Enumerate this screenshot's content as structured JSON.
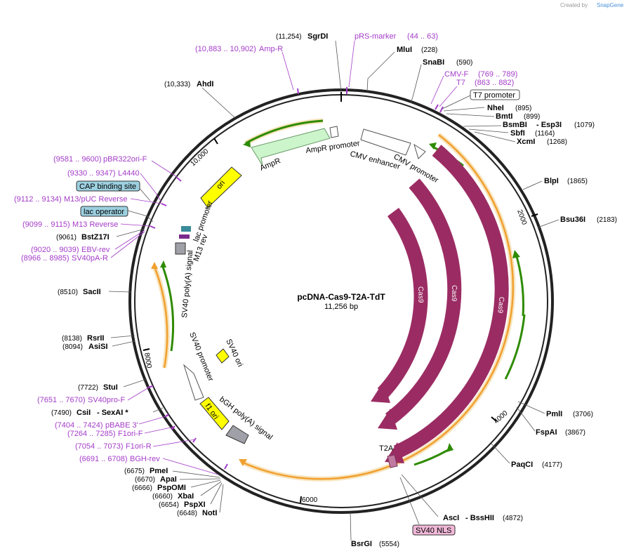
{
  "app": {
    "created_by": "Created by",
    "brand": "SnapGene"
  },
  "map": {
    "name": "pcDNA-Cas9-T2A-TdT",
    "length": "11,256 bp"
  },
  "ticks": [
    "2000",
    "4000",
    "6000",
    "8000",
    "10,000"
  ],
  "enzymes": [
    {
      "name": "SgrDI",
      "pos": "(11,254)"
    },
    {
      "name": "MluI",
      "pos": "(228)"
    },
    {
      "name": "SnaBI",
      "pos": "(590)"
    },
    {
      "name": "NheI",
      "pos": "(895)"
    },
    {
      "name": "BmtI",
      "pos": "(899)"
    },
    {
      "name": "BsmBI",
      "name2": "- Esp3I",
      "pos": "(1079)"
    },
    {
      "name": "SbfI",
      "pos": "(1164)"
    },
    {
      "name": "XcmI",
      "pos": "(1268)"
    },
    {
      "name": "BlpI",
      "pos": "(1865)"
    },
    {
      "name": "Bsu36I",
      "pos": "(2183)"
    },
    {
      "name": "PmlI",
      "pos": "(3706)"
    },
    {
      "name": "FspAI",
      "pos": "(3867)"
    },
    {
      "name": "PaqCI",
      "pos": "(4177)"
    },
    {
      "name": "AscI",
      "name2": "- BssHII",
      "pos": "(4872)"
    },
    {
      "name": "BsrGI",
      "pos": "(5554)"
    },
    {
      "name": "NotI",
      "pos": "(6648)"
    },
    {
      "name": "PspXI",
      "pos": "(6654)"
    },
    {
      "name": "XbaI",
      "pos": "(6660)"
    },
    {
      "name": "PspOMI",
      "pos": "(6666)"
    },
    {
      "name": "ApaI",
      "pos": "(6670)"
    },
    {
      "name": "PmeI",
      "pos": "(6675)"
    },
    {
      "name": "CsiI",
      "name2": "- SexAI *",
      "pos": "(7490)"
    },
    {
      "name": "StuI",
      "pos": "(7722)"
    },
    {
      "name": "AsiSI",
      "pos": "(8094)"
    },
    {
      "name": "RsrII",
      "pos": "(8138)"
    },
    {
      "name": "SacII",
      "pos": "(8510)"
    },
    {
      "name": "BstZ17I",
      "pos": "(9061)"
    },
    {
      "name": "AhdI",
      "pos": "(10,333)"
    }
  ],
  "primers": [
    {
      "name": "pRS-marker",
      "pos": "(44 .. 63)"
    },
    {
      "name": "Amp-R",
      "pos": "(10,883 .. 10,902)"
    },
    {
      "name": "CMV-F",
      "pos": "(769 .. 789)"
    },
    {
      "name": "T7",
      "pos": "(863 .. 882)"
    },
    {
      "name": "pBR322ori-F",
      "pos": "(9581 .. 9600)"
    },
    {
      "name": "L4440",
      "pos": "(9330 .. 9347)"
    },
    {
      "name": "M13/pUC Reverse",
      "pos": "(9112 .. 9134)"
    },
    {
      "name": "M13 Reverse",
      "pos": "(9099 .. 9115)"
    },
    {
      "name": "EBV-rev",
      "pos": "(9020 .. 9039)"
    },
    {
      "name": "SV40pA-R",
      "pos": "(8966 .. 8985)"
    },
    {
      "name": "SV40pro-F",
      "pos": "(7651 .. 7670)"
    },
    {
      "name": "pBABE 3'",
      "pos": "(7404 .. 7424)"
    },
    {
      "name": "F1ori-F",
      "pos": "(7264 .. 7285)"
    },
    {
      "name": "F1ori-R",
      "pos": "(7054 .. 7073)"
    },
    {
      "name": "BGH-rev",
      "pos": "(6691 .. 6708)"
    }
  ],
  "boxed": {
    "t7_promoter": "T7 promoter",
    "cap": "CAP binding site",
    "lac_operator": "lac operator",
    "sv40_nls": "SV40 NLS"
  },
  "features": {
    "ampr_promoter": "AmpR promoter",
    "ampr": "AmpR",
    "cmv_enhancer": "CMV enhancer",
    "cmv_promoter": "CMV promoter",
    "ori": "ori",
    "lac_promoter": "lac promoter",
    "m13_rev": "M13 rev",
    "sv40_polya": "SV40 poly(A) signal",
    "sv40_promoter": "SV40 promoter",
    "sv40_ori": "SV40 ori",
    "f1_ori": "f1 ori",
    "bgh_polya": "bGH poly(A) signal",
    "cas9": "Cas9",
    "t2a": "T2A"
  },
  "colors": {
    "cas9": "#9b2c63",
    "ampr": "#ccf5cc",
    "ori": "#ffff00",
    "orf_orange": "#f0a030",
    "orf_green": "#2e8b00",
    "primer": "#a43cc8",
    "cap_box": "#9cd0e0",
    "nls_box": "#f0b8d8",
    "backbone": "#222222"
  }
}
